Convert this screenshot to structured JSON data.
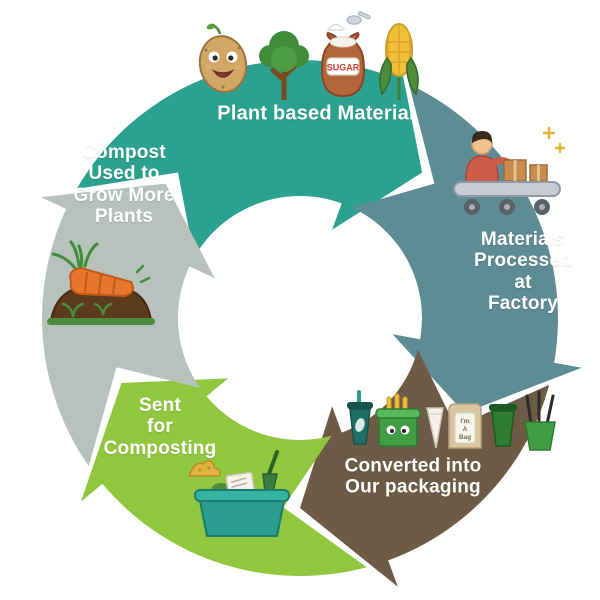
{
  "diagram": {
    "type": "cycle",
    "direction": "clockwise",
    "segments": [
      {
        "id": "plant-based-material",
        "color": "#2da18f",
        "lines": [
          "Plant based Material"
        ]
      },
      {
        "id": "materials-processed-at-factory",
        "color": "#5d8c95",
        "lines": [
          "Materials",
          "Processed",
          "at",
          "Factory"
        ]
      },
      {
        "id": "converted-into-our-packaging",
        "color": "#6e5b45",
        "lines": [
          "Converted into",
          "Our packaging"
        ]
      },
      {
        "id": "sent-for-composting",
        "color": "#90c73e",
        "lines": [
          "Sent",
          "for",
          "Composting"
        ]
      },
      {
        "id": "compost-used-to-grow-more-plants",
        "color": "#b6c2bb",
        "lines": [
          "Compost",
          "Used to",
          "Grow More",
          "Plants"
        ]
      }
    ],
    "icons": {
      "sugar_label": "SUGAR",
      "bag_label_lines": [
        "I'm",
        "A",
        "Bag"
      ]
    }
  }
}
